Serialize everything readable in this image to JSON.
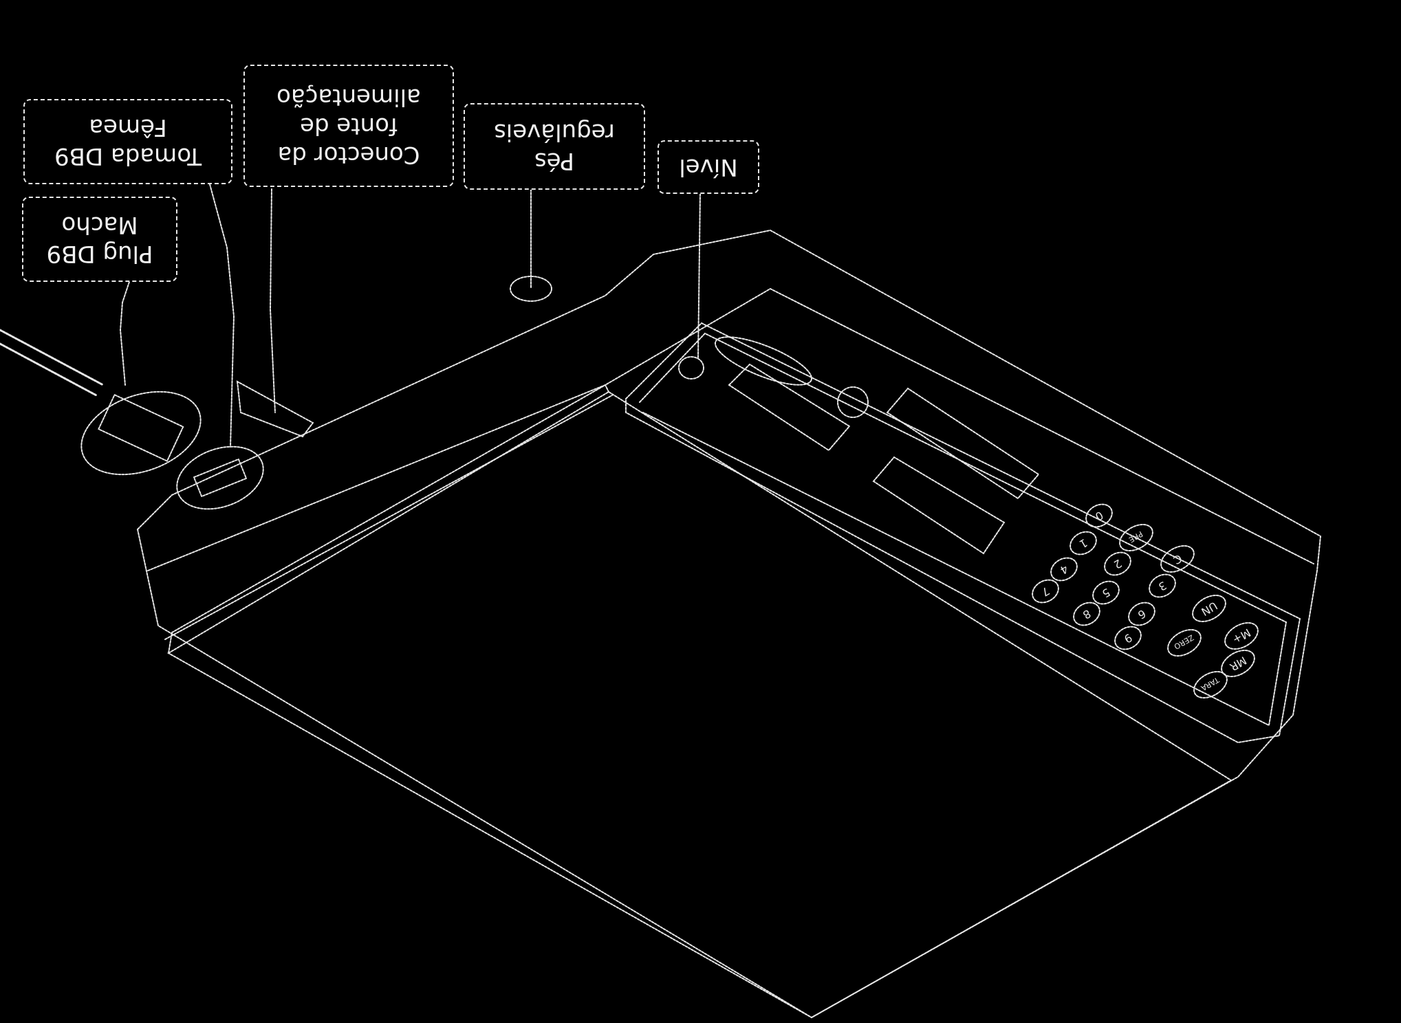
{
  "callouts": {
    "plug": {
      "line1": "Plug DB9",
      "line2": "Macho"
    },
    "tomada": {
      "line1": "Tomada DB9",
      "line2": "Fêmea"
    },
    "conector": {
      "line1": "Conector da",
      "line2": "fonte de",
      "line3": "alimentação"
    },
    "pes": {
      "line1": "Pés",
      "line2": "reguláveis"
    },
    "nivel": {
      "line1": "Nível"
    }
  },
  "keypad": {
    "digits": [
      "0",
      "1",
      "2",
      "3",
      "4",
      "5",
      "6",
      "7",
      "8",
      "9"
    ],
    "function_keys": [
      "C",
      "PRE",
      "UN",
      "TARA",
      "ZERO",
      "M+",
      "MR"
    ]
  },
  "colors": {
    "background": "#000000",
    "line": "#e6e6e6"
  }
}
